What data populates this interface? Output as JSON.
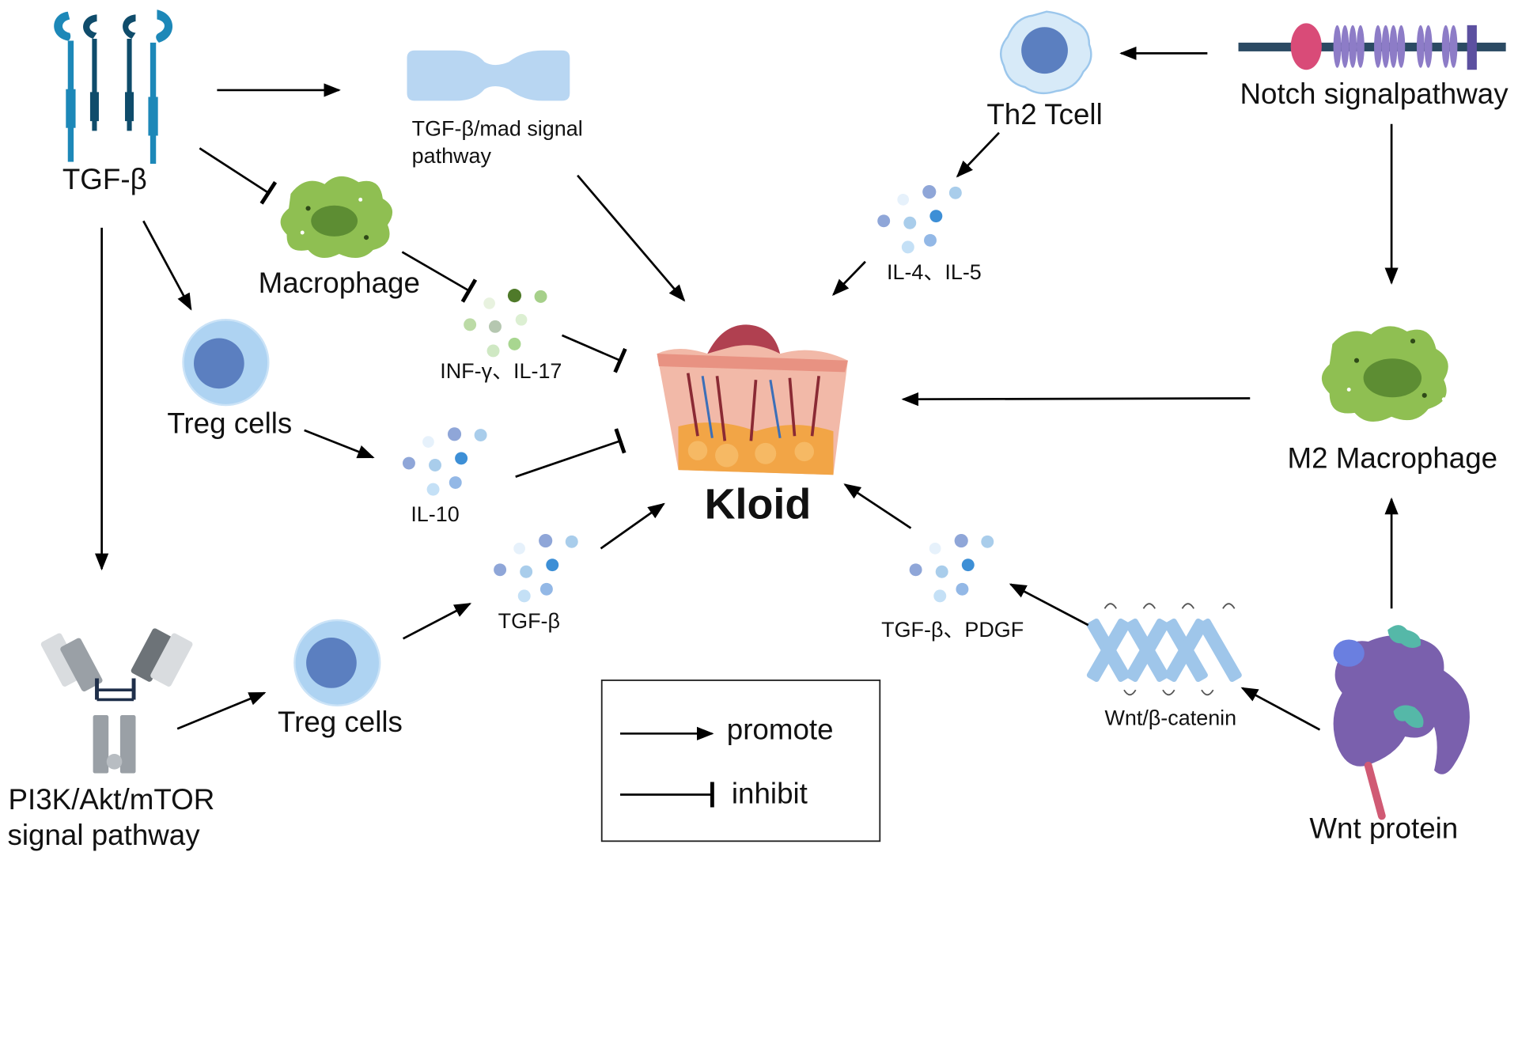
{
  "labels": {
    "tgfb_receptor": "TGF-β",
    "smad_line1": "TGF-β/mad signal",
    "smad_line2": "pathway",
    "macrophage": "Macrophage",
    "treg_top": "Treg cells",
    "treg_bottom": "Treg cells",
    "pi3k_line1": "PI3K/Akt/mTOR",
    "pi3k_line2": "signal pathway",
    "inf_il17": "INF-γ、IL-17",
    "il10": "IL-10",
    "tgfb_cytokine": "TGF-β",
    "keloid": "Kloid",
    "th2": "Th2 Tcell",
    "notch": "Notch signalpathway",
    "il4_il5": "IL-4、IL-5",
    "m2_macrophage": "M2 Macrophage",
    "tgfb_pdgf": "TGF-β、PDGF",
    "wnt_catenin": "Wnt/β-catenin",
    "wnt_protein": "Wnt protein"
  },
  "legend": {
    "promote": "promote",
    "inhibit": "inhibit"
  },
  "colors": {
    "receptor_blue": "#1d88b8",
    "receptor_dark": "#0f4c6b",
    "macrophage_green": "#8fbf52",
    "nucleus_green": "#5d8d33",
    "cell_blue": "#aed3f2",
    "cell_nucleus": "#5b7fc0",
    "notch_purple": "#8d7cc7",
    "notch_red": "#d94b78",
    "wnt_purple": "#7a60ad",
    "wnt_teal": "#55b8a8",
    "catenin_blue": "#9fc6ea",
    "skin_pink": "#f2b9a8",
    "fat_orange": "#f2a546"
  }
}
